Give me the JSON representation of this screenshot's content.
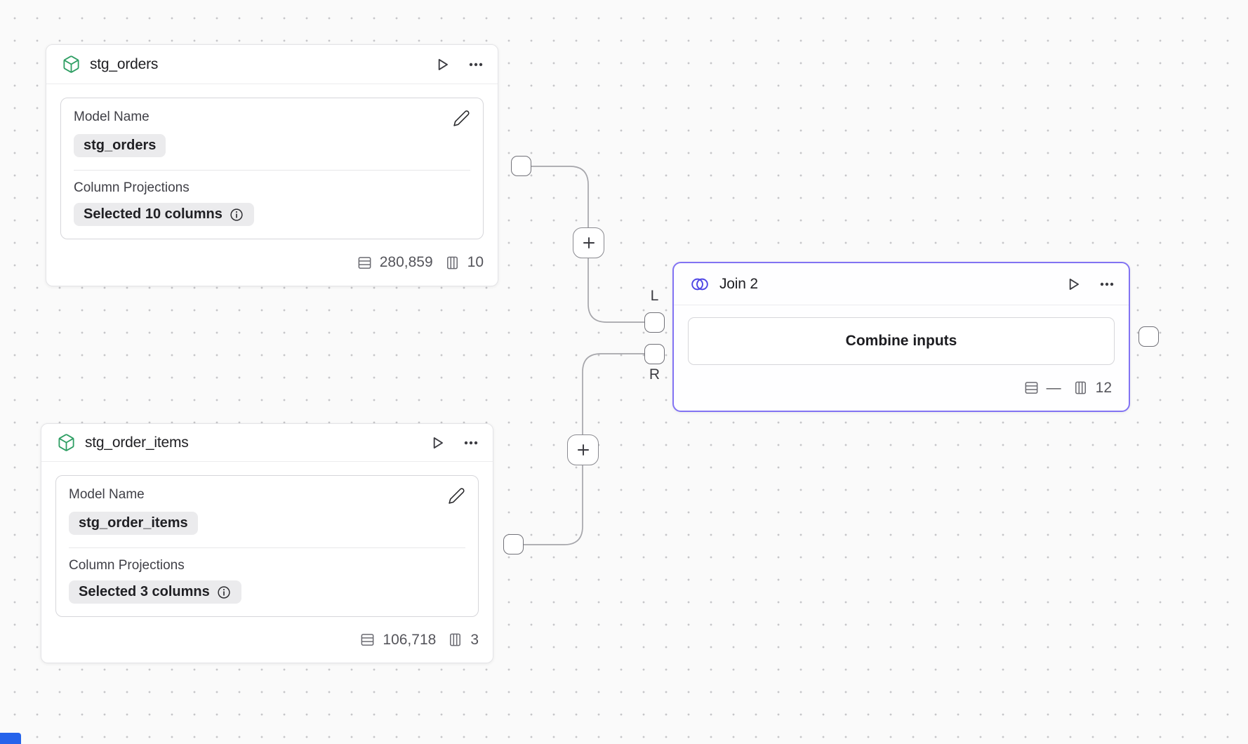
{
  "canvas": {
    "background": "#fafafa",
    "dot_color": "#c6c6c9"
  },
  "node1": {
    "title": "stg_orders",
    "model_name_label": "Model Name",
    "model_name_value": "stg_orders",
    "projections_label": "Column Projections",
    "projections_value": "Selected 10 columns",
    "row_count": "280,859",
    "column_count": "10"
  },
  "node2": {
    "title": "stg_order_items",
    "model_name_label": "Model Name",
    "model_name_value": "stg_order_items",
    "projections_label": "Column Projections",
    "projections_value": "Selected 3 columns",
    "row_count": "106,718",
    "column_count": "3"
  },
  "join": {
    "title": "Join 2",
    "body_label": "Combine inputs",
    "row_count": "—",
    "column_count": "12",
    "left_port_label": "L",
    "right_port_label": "R"
  },
  "colors": {
    "canvas_bg": "#fafafa",
    "dot": "#c6c6c9",
    "model_icon": "#2e9e63",
    "join_accent": "#8273f3",
    "join_icon": "#4f46e5",
    "wire": "#a6a6ab",
    "corner_blue": "#2563eb"
  },
  "icons": {
    "model": "cube-icon (green outlined 3D box)",
    "join": "venn-icon (two overlapping circle outlines)",
    "run": "play-icon (outlined triangle)",
    "menu": "ellipsis-icon (three dots)",
    "edit": "pencil-icon",
    "info": "info-icon (circled i)",
    "rows": "rows-icon (stacked horizontal slabs)",
    "columns": "columns-icon (vertical panes)",
    "add": "plus-icon"
  }
}
